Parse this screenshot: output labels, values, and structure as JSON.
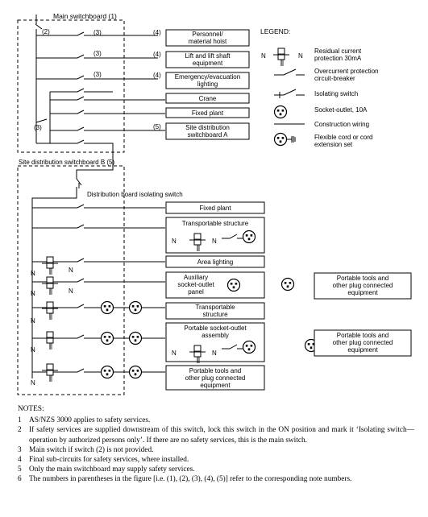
{
  "main_switchboard": {
    "title": "Main switchboard (1)",
    "ref_main_switch": "(2)",
    "ref_isolating_1": "(3)",
    "ref_isolating_2": "(3)",
    "ref_isolating_3": "(3)",
    "ref_isolating_bottom": "(3)"
  },
  "circuits_top": [
    {
      "ref": "(4)",
      "lines": [
        "Personnel/",
        "material hoist"
      ]
    },
    {
      "ref": "(4)",
      "lines": [
        "Lift and lift shaft",
        "equipment"
      ]
    },
    {
      "ref": "(4)",
      "lines": [
        "Emergency/evacuation",
        "lighting"
      ]
    },
    {
      "ref": "",
      "lines": [
        "Crane"
      ]
    },
    {
      "ref": "",
      "lines": [
        "Fixed plant"
      ]
    },
    {
      "ref": "(5)",
      "lines": [
        "Site distribution",
        "switchboard A"
      ]
    }
  ],
  "legend": {
    "title": "LEGEND:",
    "items": [
      {
        "icon": "rcd-symbol",
        "lines": [
          "Residual current",
          "protection 30mA"
        ]
      },
      {
        "icon": "circuit-breaker-symbol",
        "lines": [
          "Overcurrent protection",
          "circuit-breaker"
        ]
      },
      {
        "icon": "isolating-switch-symbol",
        "lines": [
          "Isolating switch"
        ]
      },
      {
        "icon": "socket-outlet-symbol",
        "lines": [
          "Socket-outlet, 10A"
        ]
      },
      {
        "icon": "construction-wiring-symbol",
        "lines": [
          "Construction wiring"
        ]
      },
      {
        "icon": "flexible-cord-symbol",
        "lines": [
          "Flexible cord or cord",
          "extension set"
        ]
      }
    ],
    "n_label": "N"
  },
  "site_board_b": {
    "title": "Site distribution switchboard B (5)",
    "isolating_switch_label": "Distribution board isolating switch",
    "n_label": "N"
  },
  "circuits_bottom": [
    {
      "lines": [
        "Fixed plant"
      ]
    },
    {
      "lines": [
        "Transportable structure"
      ]
    },
    {
      "lines": [
        "Area lighting"
      ]
    },
    {
      "lines": [
        "Auxiliary",
        "socket-outlet",
        "panel"
      ]
    },
    {
      "lines": [
        "Transportable",
        "structure"
      ]
    },
    {
      "lines": [
        "Portable socket-outlet",
        "assembly"
      ]
    },
    {
      "lines": [
        "Portable tools and",
        "other plug connected",
        "equipment"
      ]
    }
  ],
  "side_boxes": [
    {
      "lines": [
        "Portable tools and",
        "other plug connected",
        "equipment"
      ]
    },
    {
      "lines": [
        "Portable tools and",
        "other plug connected",
        "equipment"
      ]
    }
  ],
  "notes": {
    "title": "NOTES:",
    "items": [
      {
        "num": "1",
        "text": "AS/NZS 3000 applies to safety services."
      },
      {
        "num": "2",
        "text": "If safety services are supplied downstream of this switch, lock this switch in the ON position and mark it ‘Isolating switch—operation by authorized persons only’. If there are no safety services, this is the main switch."
      },
      {
        "num": "3",
        "text": "Main switch if switch (2) is not provided."
      },
      {
        "num": "4",
        "text": "Final sub-circuits for safety services, where installed."
      },
      {
        "num": "5",
        "text": "Only the main switchboard may supply safety services."
      },
      {
        "num": "6",
        "text": "The numbers in parentheses in the figure [i.e. (1), (2), (3), (4), (5)] refer to the corresponding note numbers."
      }
    ]
  }
}
